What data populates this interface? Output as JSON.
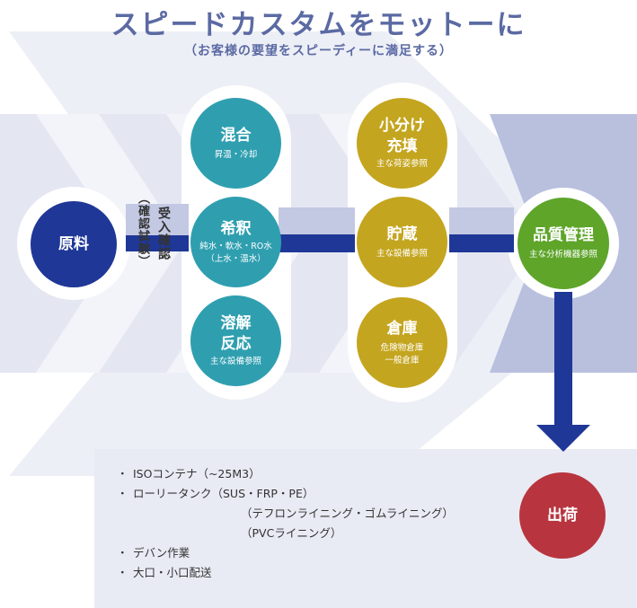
{
  "header": {
    "title": "スピードカスタムをモットーに",
    "subtitle": "（お客様の要望をスピーディーに満足する）"
  },
  "nodes": {
    "raw": {
      "title": "原料",
      "color": "#1f3796"
    },
    "mix": {
      "title": "混合",
      "sub": "昇温・冷却",
      "color": "#2f9fb0"
    },
    "dilute": {
      "title": "希釈",
      "sub1": "純水・軟水・RO水",
      "sub2": "（上水・温水）",
      "color": "#2f9fb0"
    },
    "dissolve": {
      "title1": "溶解",
      "title2": "反応",
      "sub": "主な設備参照",
      "color": "#2f9fb0"
    },
    "fill": {
      "title1": "小分け",
      "title2": "充填",
      "sub": "主な荷姿参照",
      "color": "#c4a51f"
    },
    "store": {
      "title": "貯蔵",
      "sub": "主な設備参照",
      "color": "#c4a51f"
    },
    "warehouse": {
      "title": "倉庫",
      "sub1": "危険物倉庫",
      "sub2": "一般倉庫",
      "color": "#c4a51f"
    },
    "quality": {
      "title": "品質管理",
      "sub": "主な分析機器参照",
      "color": "#5ea52a"
    },
    "ship": {
      "title": "出荷",
      "color": "#b8353f"
    }
  },
  "acceptance": {
    "main": "受入確認",
    "paren": "（確認試験）"
  },
  "shipping_options": [
    {
      "lines": [
        "ISOコンテナ（~25M3）"
      ]
    },
    {
      "lines": [
        "ローリータンク（SUS・FRP・PE）",
        "（テフロンライニング・ゴムライニング）",
        "（PVCライニング）"
      ]
    },
    {
      "lines": [
        "デバン作業"
      ]
    },
    {
      "lines": [
        "大口・小口配送"
      ]
    }
  ],
  "bullet_char": "・",
  "colors": {
    "band": "#e7e9f3",
    "band_dark": "#b9c0de",
    "pipe": "#1f3796",
    "pipe_light": "#c3c9e3",
    "list_bg": "#e9ebf4"
  }
}
